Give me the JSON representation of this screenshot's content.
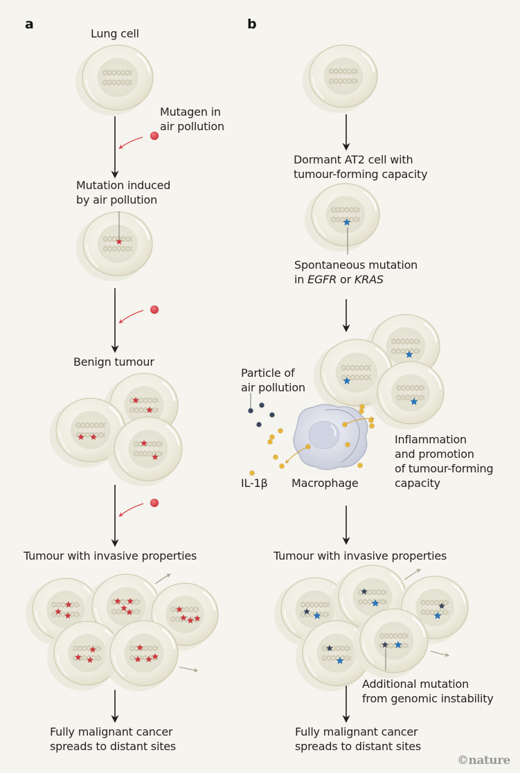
{
  "figure": {
    "credit": "©nature",
    "colors": {
      "background": "#f5f4ee",
      "cell_fill": "#efeee3",
      "cell_edge": "#cfcbb2",
      "nucleus_fill": "#e6e4d6",
      "dna": "#cfcbb6",
      "mutagen_red": "#d9434a",
      "mutation_red_star": "#c9393f",
      "spontaneous_blue_star": "#2b78c2",
      "additional_dark_star": "#38425a",
      "particle_dark": "#3a465e",
      "il1b_yellow": "#e9b63d",
      "macrophage": "#d8dbe6",
      "migration_arrow": "#a9a68f",
      "arrow_black": "#231f20"
    }
  },
  "panel_a": {
    "letter": "a",
    "labels": {
      "lung_cell": "Lung cell",
      "mutagen_line1": "Mutagen in",
      "mutagen_line2": "air pollution",
      "mutation_line1": "Mutation induced",
      "mutation_line2": "by air pollution",
      "benign": "Benign tumour",
      "invasive": "Tumour with invasive properties",
      "malignant_line1": "Fully malignant cancer",
      "malignant_line2": "spreads to distant sites"
    }
  },
  "panel_b": {
    "letter": "b",
    "labels": {
      "dormant_line1": "Dormant AT2 cell with",
      "dormant_line2": "tumour-forming capacity",
      "spontaneous_line1": "Spontaneous mutation",
      "spontaneous_in": "in ",
      "spontaneous_gene1": "EGFR",
      "spontaneous_or": " or ",
      "spontaneous_gene2": "KRAS",
      "particle_line1": "Particle of",
      "particle_line2": "air pollution",
      "il1b": "IL-1β",
      "macrophage": "Macrophage",
      "inflammation_line1": "Inflammation",
      "inflammation_line2": "and promotion",
      "inflammation_line3": "of tumour-forming",
      "inflammation_line4": "capacity",
      "invasive": "Tumour with invasive properties",
      "additional_line1": "Additional mutation",
      "additional_line2": "from genomic instability",
      "malignant_line1": "Fully malignant cancer",
      "malignant_line2": "spreads to distant sites"
    }
  }
}
